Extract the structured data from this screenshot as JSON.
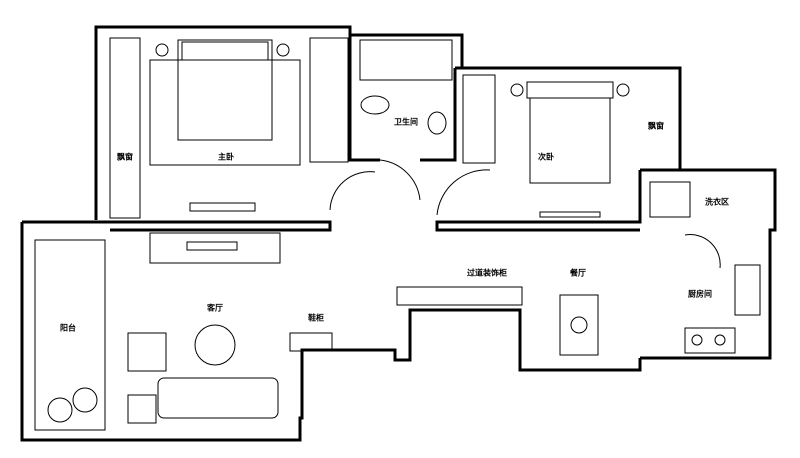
{
  "rooms": {
    "bay_window_left": "飘窗",
    "master_bedroom": "主卧",
    "bathroom": "卫生间",
    "second_bedroom": "次卧",
    "bay_window_right": "飘窗",
    "laundry_area": "洗衣区",
    "kitchen": "厨房间",
    "dining_room": "餐厅",
    "hallway_cabinet": "过道装饰柜",
    "living_room": "客厅",
    "shoe_cabinet": "鞋柜",
    "balcony": "阳台"
  }
}
